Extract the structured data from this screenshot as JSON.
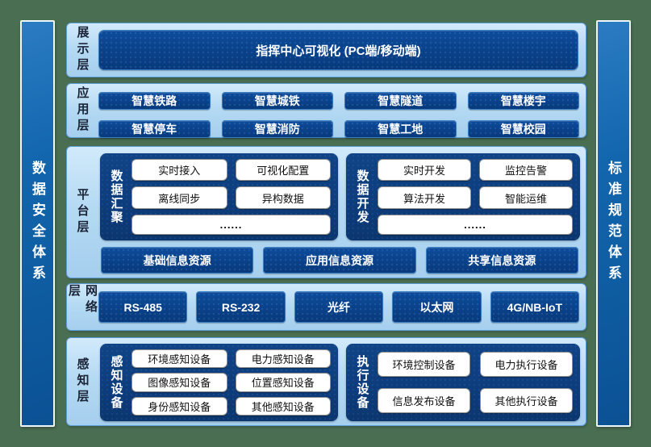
{
  "sidebars": {
    "left": "数据安全体系",
    "right": "标准规范体系"
  },
  "layers": {
    "display": {
      "label": "展示层",
      "banner": "指挥中心可视化 (PC端/移动端)"
    },
    "application": {
      "label": "应用层",
      "buttons": [
        "智慧铁路",
        "智慧城铁",
        "智慧隧道",
        "智慧楼宇",
        "智慧停车",
        "智慧消防",
        "智慧工地",
        "智慧校园"
      ]
    },
    "platform": {
      "label": "平台层",
      "groups": [
        {
          "label": "数据汇聚",
          "items": [
            "实时接入",
            "可视化配置",
            "离线同步",
            "异构数据"
          ],
          "more": "......"
        },
        {
          "label": "数据开发",
          "items": [
            "实时开发",
            "监控告警",
            "算法开发",
            "智能运维"
          ],
          "more": "......"
        }
      ],
      "resources": [
        "基础信息资源",
        "应用信息资源",
        "共享信息资源"
      ]
    },
    "network": {
      "label": "网络层",
      "buttons": [
        "RS-485",
        "RS-232",
        "光纤",
        "以太网",
        "4G/NB-IoT"
      ]
    },
    "perception": {
      "label": "感知层",
      "groups": [
        {
          "label": "感知设备",
          "items": [
            "环境感知设备",
            "电力感知设备",
            "图像感知设备",
            "位置感知设备",
            "身份感知设备",
            "其他感知设备"
          ]
        },
        {
          "label": "执行设备",
          "items": [
            "环境控制设备",
            "电力执行设备",
            "信息发布设备",
            "其他执行设备"
          ]
        }
      ]
    }
  },
  "colors": {
    "background_green": "#4a6e52",
    "panel_blue": "#b5daf3",
    "panel_border": "#5b9bd5",
    "box_navy": "#0a4189",
    "container_navy": "#0d3c7c",
    "pillar_blue": "#1266ad",
    "white_box": "#ffffff",
    "text_light": "#ffffff",
    "text_dark": "#1a1a1a"
  }
}
